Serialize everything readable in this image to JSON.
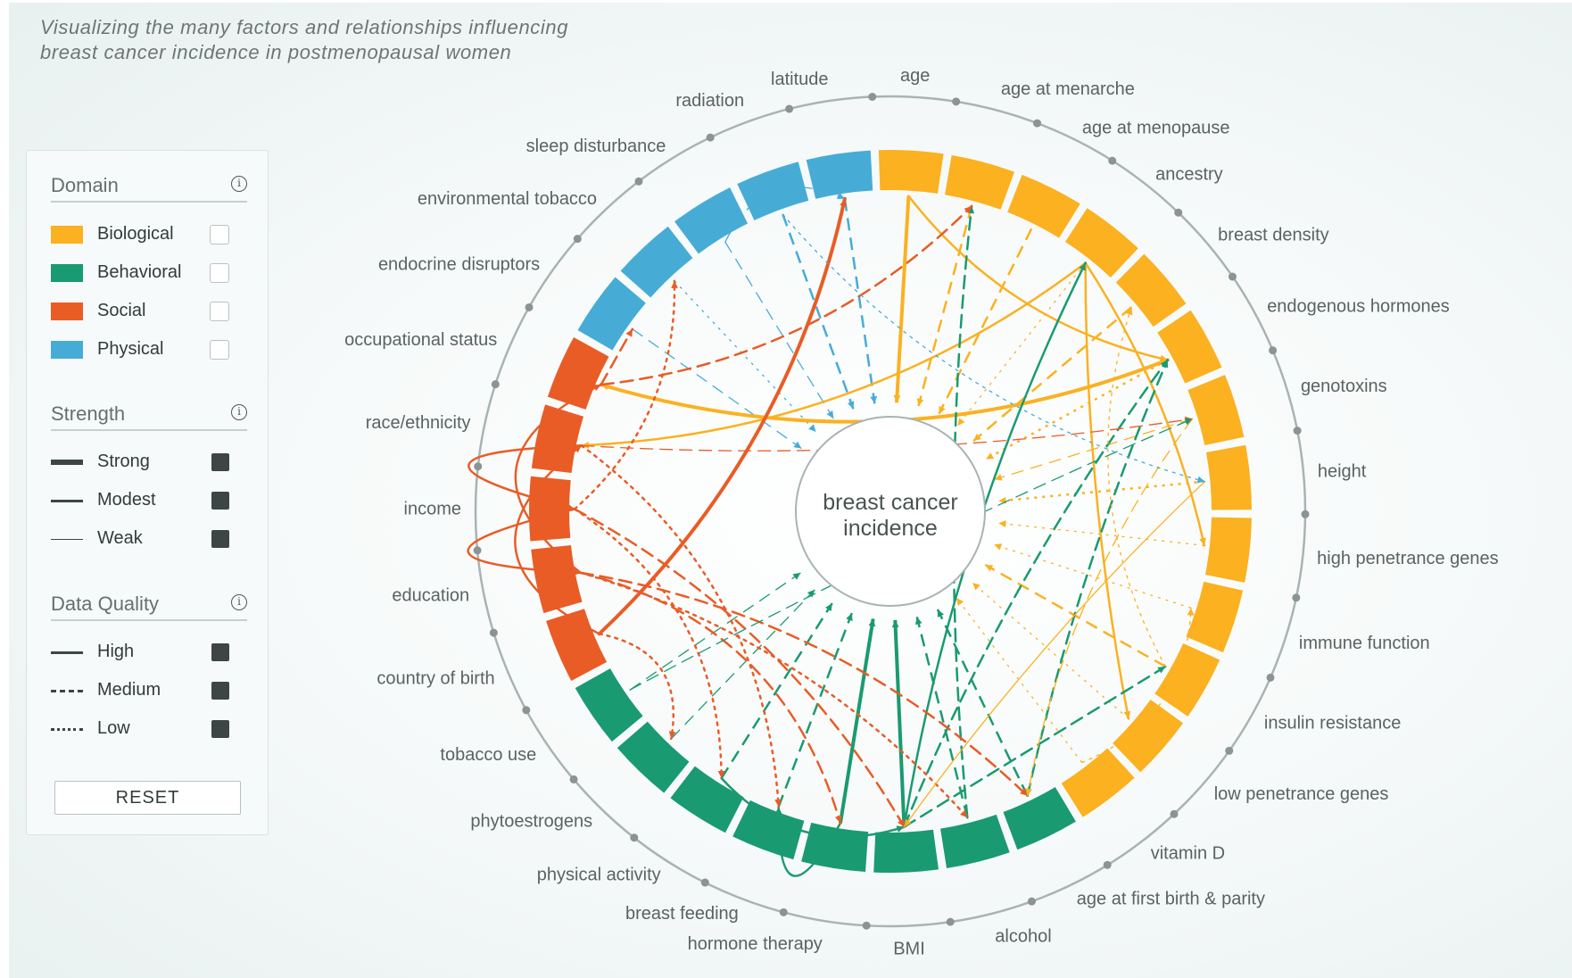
{
  "title": {
    "line1": "Visualizing the many factors and relationships influencing",
    "line2": "breast cancer incidence in postmenopausal women"
  },
  "legend": {
    "domain": {
      "title": "Domain",
      "items": [
        {
          "label": "Biological",
          "color": "#fbb120"
        },
        {
          "label": "Behavioral",
          "color": "#1a9a70"
        },
        {
          "label": "Social",
          "color": "#e95c26"
        },
        {
          "label": "Physical",
          "color": "#46acd6"
        }
      ]
    },
    "strength": {
      "title": "Strength",
      "items": [
        {
          "label": "Strong",
          "style": "solid-thick"
        },
        {
          "label": "Modest",
          "style": "solid-medium"
        },
        {
          "label": "Weak",
          "style": "solid-thin"
        }
      ]
    },
    "quality": {
      "title": "Data Quality",
      "items": [
        {
          "label": "High",
          "style": "solid"
        },
        {
          "label": "Medium",
          "style": "dashed"
        },
        {
          "label": "Low",
          "style": "dotted"
        }
      ]
    },
    "reset_label": "RESET"
  },
  "center_label": [
    "breast cancer",
    "incidence"
  ],
  "factors": [
    {
      "label": "age",
      "domain": "Biological"
    },
    {
      "label": "age at menarche",
      "domain": "Biological"
    },
    {
      "label": "age at menopause",
      "domain": "Biological"
    },
    {
      "label": "ancestry",
      "domain": "Biological"
    },
    {
      "label": "breast density",
      "domain": "Biological"
    },
    {
      "label": "endogenous hormones",
      "domain": "Biological"
    },
    {
      "label": "genotoxins",
      "domain": "Biological"
    },
    {
      "label": "height",
      "domain": "Biological"
    },
    {
      "label": "high penetrance genes",
      "domain": "Biological"
    },
    {
      "label": "immune function",
      "domain": "Biological"
    },
    {
      "label": "insulin resistance",
      "domain": "Biological"
    },
    {
      "label": "low penetrance genes",
      "domain": "Biological"
    },
    {
      "label": "vitamin D",
      "domain": "Biological"
    },
    {
      "label": "age at first birth & parity",
      "domain": "Behavioral"
    },
    {
      "label": "alcohol",
      "domain": "Behavioral"
    },
    {
      "label": "BMI",
      "domain": "Behavioral"
    },
    {
      "label": "hormone therapy",
      "domain": "Behavioral"
    },
    {
      "label": "breast feeding",
      "domain": "Behavioral"
    },
    {
      "label": "physical activity",
      "domain": "Behavioral"
    },
    {
      "label": "phytoestrogens",
      "domain": "Behavioral"
    },
    {
      "label": "tobacco use",
      "domain": "Behavioral"
    },
    {
      "label": "country of birth",
      "domain": "Social"
    },
    {
      "label": "education",
      "domain": "Social"
    },
    {
      "label": "income",
      "domain": "Social"
    },
    {
      "label": "race/ethnicity",
      "domain": "Social"
    },
    {
      "label": "occupational status",
      "domain": "Social"
    },
    {
      "label": "endocrine disruptors",
      "domain": "Physical"
    },
    {
      "label": "environmental tobacco",
      "domain": "Physical"
    },
    {
      "label": "sleep disturbance",
      "domain": "Physical"
    },
    {
      "label": "radiation",
      "domain": "Physical"
    },
    {
      "label": "latitude",
      "domain": "Physical"
    }
  ]
}
